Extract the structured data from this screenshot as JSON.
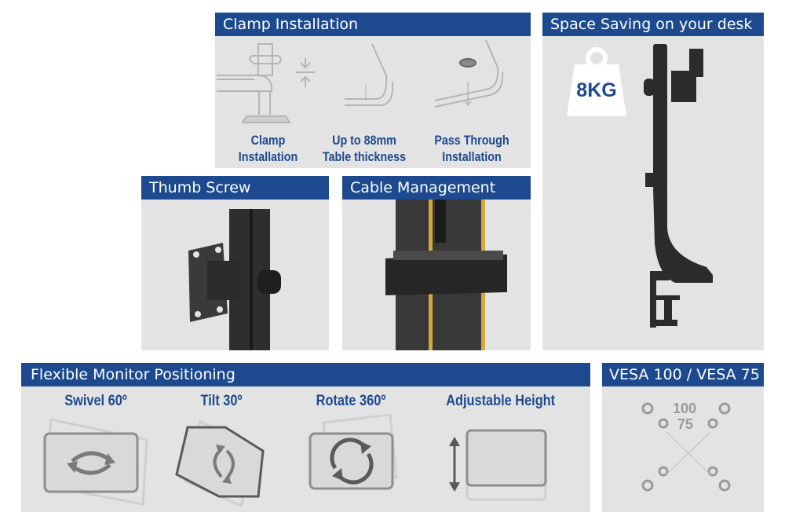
{
  "clamp": {
    "title": "Clamp Installation",
    "items": [
      {
        "line1": "Clamp",
        "line2": "Installation"
      },
      {
        "line1": "Up to 88mm",
        "line2": "Table thickness"
      },
      {
        "line1": "Pass Through",
        "line2": "Installation"
      }
    ]
  },
  "space": {
    "title": "Space Saving on your desk",
    "weight": "8KG"
  },
  "thumb": {
    "title": "Thumb Screw"
  },
  "cable": {
    "title": "Cable Management"
  },
  "flex": {
    "title": "Flexible Monitor Positioning",
    "items": [
      {
        "label": "Swivel 60º"
      },
      {
        "label": "Tilt 30º"
      },
      {
        "label": "Rotate 360º"
      },
      {
        "label": "Adjustable Height"
      }
    ]
  },
  "vesa": {
    "title": "VESA 100 / VESA 75",
    "outer": "100",
    "inner": "75"
  },
  "colors": {
    "header": "#1d4a8e",
    "panel": "#e3e3e3",
    "line": "#9a9a9a",
    "product": "#2b2b2b",
    "cable": "#d4a93c"
  },
  "icons": [
    "weight-icon",
    "swivel-icon",
    "tilt-icon",
    "rotate-icon",
    "height-icon",
    "vesa-pattern-icon"
  ]
}
